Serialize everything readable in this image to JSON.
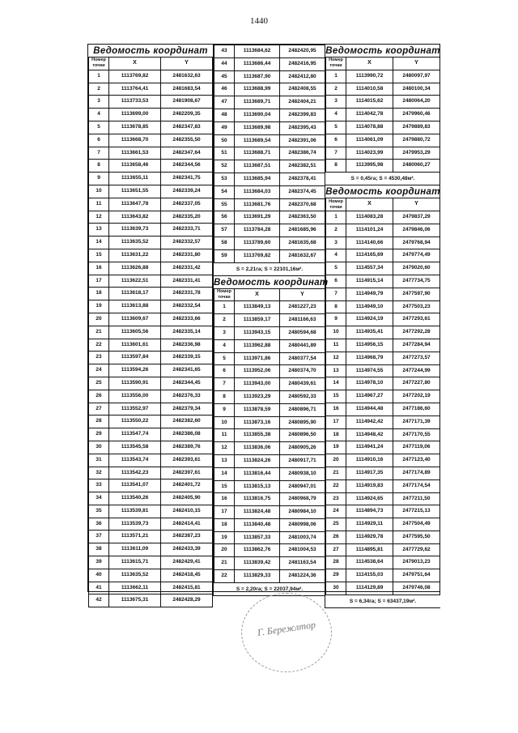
{
  "page_number": "1440",
  "table1": {
    "title": "Ведомость координат",
    "headers": [
      "Номер точки",
      "X",
      "Y"
    ],
    "rows": [
      [
        "1",
        "1113769,82",
        "2481632,63"
      ],
      [
        "2",
        "1113764,41",
        "2481683,54"
      ],
      [
        "3",
        "1113733,53",
        "2481908,67"
      ],
      [
        "4",
        "1113699,00",
        "2482209,35"
      ],
      [
        "5",
        "1113678,85",
        "2482347,83"
      ],
      [
        "6",
        "1113668,70",
        "2482355,50"
      ],
      [
        "7",
        "1113661,53",
        "2482347,64"
      ],
      [
        "8",
        "1113658,46",
        "2482344,56"
      ],
      [
        "9",
        "1113655,11",
        "2482341,75"
      ],
      [
        "10",
        "1113651,55",
        "2482339,24"
      ],
      [
        "11",
        "1113647,78",
        "2482337,05"
      ],
      [
        "12",
        "1113643,82",
        "2482335,20"
      ],
      [
        "13",
        "1113639,73",
        "2482333,71"
      ],
      [
        "14",
        "1113635,52",
        "2482332,57"
      ],
      [
        "15",
        "1113631,22",
        "2482331,80"
      ],
      [
        "16",
        "1113626,88",
        "2482331,42"
      ],
      [
        "17",
        "1113622,51",
        "2482331,41"
      ],
      [
        "18",
        "1113618,17",
        "2482331,78"
      ],
      [
        "19",
        "1113613,88",
        "2482332,54"
      ],
      [
        "20",
        "1113609,67",
        "2482333,66"
      ],
      [
        "21",
        "1113605,56",
        "2482335,14"
      ],
      [
        "22",
        "1113601,61",
        "2482336,98"
      ],
      [
        "23",
        "1113597,84",
        "2482339,15"
      ],
      [
        "24",
        "1113594,26",
        "2482341,65"
      ],
      [
        "25",
        "1113590,91",
        "2482344,45"
      ],
      [
        "26",
        "1113556,00",
        "2482376,33"
      ],
      [
        "27",
        "1113552,97",
        "2482379,34"
      ],
      [
        "28",
        "1113550,22",
        "2482382,60"
      ],
      [
        "29",
        "1113547,74",
        "2482386,08"
      ],
      [
        "30",
        "1113545,58",
        "2482389,76"
      ],
      [
        "31",
        "1113543,74",
        "2482393,61"
      ],
      [
        "32",
        "1113542,23",
        "2482397,61"
      ],
      [
        "33",
        "1113541,07",
        "2482401,72"
      ],
      [
        "34",
        "1113540,26",
        "2482405,90"
      ],
      [
        "35",
        "1113539,81",
        "2482410,15"
      ],
      [
        "36",
        "1113539,73",
        "2482414,41"
      ],
      [
        "37",
        "1113571,21",
        "2482387,23"
      ],
      [
        "38",
        "1113611,09",
        "2482433,39"
      ],
      [
        "39",
        "1113615,71",
        "2482429,41"
      ],
      [
        "40",
        "1113635,52",
        "2482418,45"
      ],
      [
        "41",
        "1113662,11",
        "2482415,81"
      ],
      [
        "42",
        "1113675,31",
        "2482428,29"
      ]
    ]
  },
  "table1_cont": {
    "rows": [
      [
        "43",
        "1113684,62",
        "2482420,95"
      ],
      [
        "44",
        "1113686,44",
        "2482416,95"
      ],
      [
        "45",
        "1113687,90",
        "2482412,80"
      ],
      [
        "46",
        "1113688,99",
        "2482408,55"
      ],
      [
        "47",
        "1113689,71",
        "2482404,21"
      ],
      [
        "48",
        "1113690,04",
        "2482399,83"
      ],
      [
        "49",
        "1113689,98",
        "2482395,43"
      ],
      [
        "50",
        "1113689,54",
        "2482391,06"
      ],
      [
        "51",
        "1113688,71",
        "2482386,74"
      ],
      [
        "52",
        "1113687,51",
        "2482382,51"
      ],
      [
        "53",
        "1113685,94",
        "2482378,41"
      ],
      [
        "54",
        "1113684,03",
        "2482374,45"
      ],
      [
        "55",
        "1113681,76",
        "2482370,68"
      ],
      [
        "56",
        "1113691,29",
        "2482363,50"
      ],
      [
        "57",
        "1113784,28",
        "2481685,96"
      ],
      [
        "58",
        "1113789,60",
        "2481635,68"
      ],
      [
        "59",
        "1113769,82",
        "2481632,67"
      ]
    ],
    "area": "S = 2,21га; S = 22101,16м²."
  },
  "table2": {
    "title": "Ведомость координат",
    "headers": [
      "Номер точки",
      "X",
      "Y"
    ],
    "rows": [
      [
        "1",
        "1113849,13",
        "2481227,23"
      ],
      [
        "2",
        "1113859,17",
        "2481166,63"
      ],
      [
        "3",
        "1113943,15",
        "2480594,68"
      ],
      [
        "4",
        "1113962,88",
        "2480441,89"
      ],
      [
        "5",
        "1113971,86",
        "2480377,54"
      ],
      [
        "6",
        "1113952,06",
        "2480374,70"
      ],
      [
        "7",
        "1113943,00",
        "2480439,61"
      ],
      [
        "8",
        "1113923,29",
        "2480592,33"
      ],
      [
        "9",
        "1113878,59",
        "2480896,71"
      ],
      [
        "10",
        "1113873,16",
        "2480895,90"
      ],
      [
        "11",
        "1113855,38",
        "2480896,50"
      ],
      [
        "12",
        "1113836,06",
        "2480905,26"
      ],
      [
        "13",
        "1113824,26",
        "2480917,71"
      ],
      [
        "14",
        "1113816,44",
        "2480938,10"
      ],
      [
        "15",
        "1113815,13",
        "2480947,01"
      ],
      [
        "16",
        "1113816,75",
        "2480968,79"
      ],
      [
        "17",
        "1113824,48",
        "2480984,10"
      ],
      [
        "18",
        "1113840,48",
        "2480998,06"
      ],
      [
        "19",
        "1113857,33",
        "2481003,74"
      ],
      [
        "20",
        "1113862,76",
        "2481004,53"
      ],
      [
        "21",
        "1113839,42",
        "2481163,54"
      ],
      [
        "22",
        "1113829,33",
        "2481224,36"
      ]
    ],
    "area": "S = 2,20га; S = 22037,94м²."
  },
  "table3": {
    "title": "Ведомость координат",
    "headers": [
      "Номер точки",
      "X",
      "Y"
    ],
    "rows": [
      [
        "1",
        "1113990,72",
        "2480097,97"
      ],
      [
        "2",
        "1114010,58",
        "2480100,34"
      ],
      [
        "3",
        "1114015,62",
        "2480064,20"
      ],
      [
        "4",
        "1114042,78",
        "2479960,46"
      ],
      [
        "5",
        "1114078,88",
        "2479889,83"
      ],
      [
        "6",
        "1114061,09",
        "2479880,72"
      ],
      [
        "7",
        "1114023,99",
        "2479953,29"
      ],
      [
        "8",
        "1113995,98",
        "2480060,27"
      ]
    ],
    "area": "S = 0,45га; S = 4530,48м²."
  },
  "table4": {
    "title": "Ведомость координат",
    "headers": [
      "Номер точки",
      "X",
      "Y"
    ],
    "rows": [
      [
        "1",
        "1114083,28",
        "2479837,29"
      ],
      [
        "2",
        "1114101,24",
        "2479846,06"
      ],
      [
        "3",
        "1114140,66",
        "2479768,94"
      ],
      [
        "4",
        "1114165,69",
        "2479774,49"
      ],
      [
        "5",
        "1114557,34",
        "2479020,60"
      ],
      [
        "6",
        "1114915,14",
        "2477734,75"
      ],
      [
        "7",
        "1114949,79",
        "2477597,90"
      ],
      [
        "8",
        "1114949,10",
        "2477503,23"
      ],
      [
        "9",
        "1114924,19",
        "2477293,61"
      ],
      [
        "10",
        "1114935,41",
        "2477292,28"
      ],
      [
        "11",
        "1114956,15",
        "2477284,94"
      ],
      [
        "12",
        "1114968,79",
        "2477273,57"
      ],
      [
        "13",
        "1114974,55",
        "2477244,99"
      ],
      [
        "14",
        "1114978,10",
        "2477227,80"
      ],
      [
        "15",
        "1114967,27",
        "2477202,19"
      ],
      [
        "16",
        "1114944,48",
        "2477186,60"
      ],
      [
        "17",
        "1114942,42",
        "2477171,39"
      ],
      [
        "18",
        "1114948,42",
        "2477170,55"
      ],
      [
        "19",
        "1114941,24",
        "2477119,06"
      ],
      [
        "20",
        "1114910,16",
        "2477123,40"
      ],
      [
        "21",
        "1114917,35",
        "2477174,89"
      ],
      [
        "22",
        "1114919,83",
        "2477174,54"
      ],
      [
        "23",
        "1114924,65",
        "2477211,50"
      ],
      [
        "24",
        "1114894,73",
        "2477215,13"
      ],
      [
        "25",
        "1114929,11",
        "2477504,49"
      ],
      [
        "26",
        "1114929,78",
        "2477595,50"
      ],
      [
        "27",
        "1114895,81",
        "2477729,62"
      ],
      [
        "28",
        "1114538,64",
        "2479013,23"
      ],
      [
        "29",
        "1114155,03",
        "2479751,64"
      ],
      [
        "30",
        "1114129,89",
        "2479746,08"
      ]
    ],
    "area": "S = 6,34га; S = 63437,19м²."
  },
  "stamp": {
    "text": "Г. Бережлтор"
  }
}
